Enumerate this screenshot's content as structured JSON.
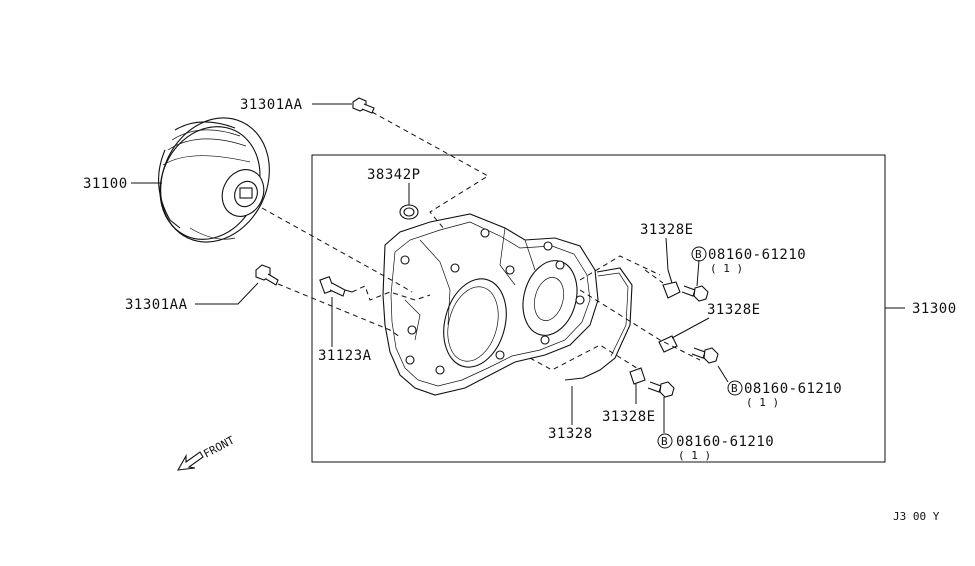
{
  "labels": {
    "torque_converter": "31100",
    "bolt_top": "31301AA",
    "bolt_left": "31301AA",
    "seal": "38342P",
    "sensor": "31123A",
    "housing_assy": "31300",
    "bracket_1": "31328E",
    "bracket_2": "31328E",
    "bracket_3": "31328E",
    "tube": "31328",
    "bolt_1": "08160-61210",
    "bolt_1_qty": "( 1 )",
    "bolt_2": "08160-61210",
    "bolt_2_qty": "( 1 )",
    "bolt_3": "08160-61210",
    "bolt_3_qty": "( 1 )",
    "bolt_prefix": "B",
    "front": "FRONT",
    "diagram_code": "J3 00 Y"
  }
}
